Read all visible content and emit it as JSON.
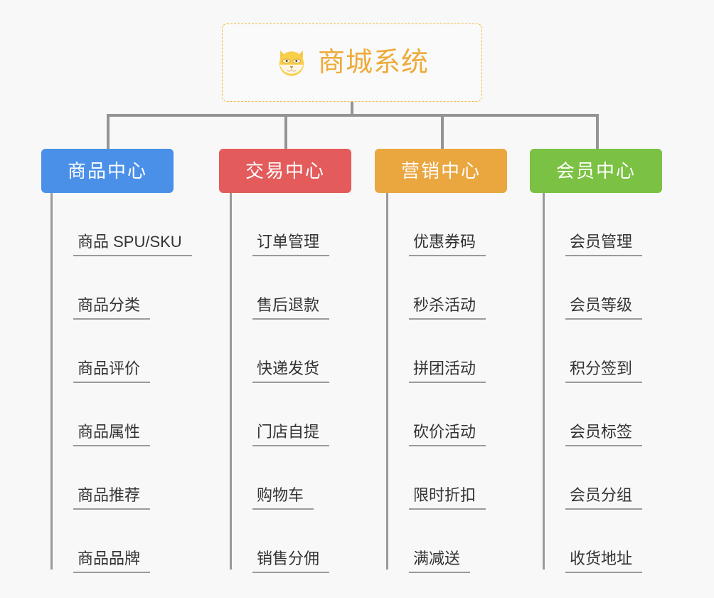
{
  "diagram": {
    "type": "org-chart",
    "background_color": "#f8f8f8",
    "connector_color": "#949494",
    "root": {
      "title": "商城系统",
      "icon": "dog-face-icon",
      "text_color": "#edab3b",
      "border_color": "#f0b93f",
      "border_style": "dashed"
    },
    "categories": [
      {
        "label": "商品中心",
        "color": "#4a90e8",
        "items": [
          "商品 SPU/SKU",
          "商品分类",
          "商品评价",
          "商品属性",
          "商品推荐",
          "商品品牌"
        ]
      },
      {
        "label": "交易中心",
        "color": "#e35b5b",
        "items": [
          "订单管理",
          "售后退款",
          "快递发货",
          "门店自提",
          "购物车",
          "销售分佣"
        ]
      },
      {
        "label": "营销中心",
        "color": "#eaa63f",
        "items": [
          "优惠券码",
          "秒杀活动",
          "拼团活动",
          "砍价活动",
          "限时折扣",
          "满减送"
        ]
      },
      {
        "label": "会员中心",
        "color": "#7bc143",
        "items": [
          "会员管理",
          "会员等级",
          "积分签到",
          "会员标签",
          "会员分组",
          "收货地址"
        ]
      }
    ]
  }
}
